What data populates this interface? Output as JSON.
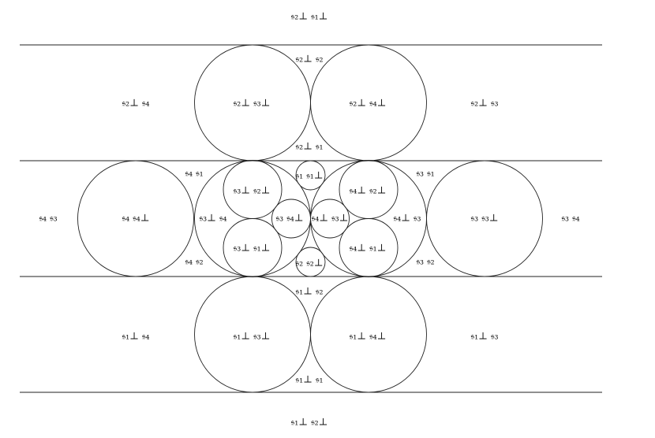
{
  "labels": [
    {
      "id": "top",
      "text": "𝔰₂⊥ 𝔰₁⊥"
    },
    {
      "id": "s2p-s2",
      "text": "𝔰₂⊥ 𝔰₂"
    },
    {
      "id": "s2p-s4",
      "text": "𝔰₂⊥ 𝔰₄"
    },
    {
      "id": "s2p-s3p",
      "text": "𝔰₂⊥ 𝔰₃⊥"
    },
    {
      "id": "s2p-s4p",
      "text": "𝔰₂⊥ 𝔰₄⊥"
    },
    {
      "id": "s2p-s3",
      "text": "𝔰₂⊥ 𝔰₃"
    },
    {
      "id": "s2p-s1",
      "text": "𝔰₂⊥ 𝔰₁"
    },
    {
      "id": "s4-s1",
      "text": "𝔰₄ 𝔰₁"
    },
    {
      "id": "s1-s1p",
      "text": "𝔰₁ 𝔰₁⊥"
    },
    {
      "id": "s3-s1",
      "text": "𝔰₃ 𝔰₁"
    },
    {
      "id": "s3p-s2p",
      "text": "𝔰₃⊥ 𝔰₂⊥"
    },
    {
      "id": "s4p-s2p",
      "text": "𝔰₄⊥ 𝔰₂⊥"
    },
    {
      "id": "s4-s3",
      "text": "𝔰₄ 𝔰₃"
    },
    {
      "id": "s4-s4p",
      "text": "𝔰₄ 𝔰₄⊥"
    },
    {
      "id": "s3p-s4",
      "text": "𝔰₃⊥ 𝔰₄"
    },
    {
      "id": "s3-s4p",
      "text": "𝔰₃ 𝔰₄⊥"
    },
    {
      "id": "s4p-s3p",
      "text": "𝔰₄⊥ 𝔰₃⊥"
    },
    {
      "id": "s4p-s3",
      "text": "𝔰₄⊥ 𝔰₃"
    },
    {
      "id": "s3-s3p",
      "text": "𝔰₃ 𝔰₃⊥"
    },
    {
      "id": "s3-s4",
      "text": "𝔰₃ 𝔰₄"
    },
    {
      "id": "s3p-s1p",
      "text": "𝔰₃⊥ 𝔰₁⊥"
    },
    {
      "id": "s4p-s1p",
      "text": "𝔰₄⊥ 𝔰₁⊥"
    },
    {
      "id": "s4-s2",
      "text": "𝔰₄ 𝔰₂"
    },
    {
      "id": "s2-s2p",
      "text": "𝔰₂ 𝔰₂⊥"
    },
    {
      "id": "s3-s2",
      "text": "𝔰₃ 𝔰₂"
    },
    {
      "id": "s1p-s2",
      "text": "𝔰₁⊥ 𝔰₂"
    },
    {
      "id": "s1p-s4",
      "text": "𝔰₁⊥ 𝔰₄"
    },
    {
      "id": "s1p-s3p",
      "text": "𝔰₁⊥ 𝔰₃⊥"
    },
    {
      "id": "s1p-s4p",
      "text": "𝔰₁⊥ 𝔰₄⊥"
    },
    {
      "id": "s1p-s3",
      "text": "𝔰₁⊥ 𝔰₃"
    },
    {
      "id": "s1p-s1",
      "text": "𝔰₁⊥ 𝔰₁"
    },
    {
      "id": "bottom",
      "text": "𝔰₁⊥ 𝔰₂⊥"
    }
  ]
}
